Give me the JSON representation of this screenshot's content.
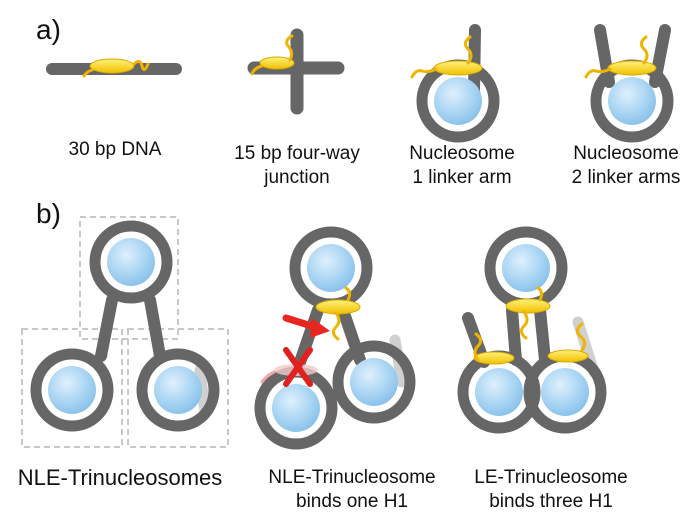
{
  "panels": [
    {
      "label": "a)",
      "items": [
        {
          "caption": [
            "30 bp DNA"
          ]
        },
        {
          "caption": [
            "15 bp four-way",
            "junction"
          ]
        },
        {
          "caption": [
            "Nucleosome",
            "1 linker arm"
          ]
        },
        {
          "caption": [
            "Nucleosome",
            "2 linker arms"
          ]
        }
      ]
    },
    {
      "label": "b)",
      "items": [
        {
          "caption": [
            "NLE-Trinucleosomes"
          ]
        },
        {
          "caption": [
            "NLE-Trinucleosome",
            "binds one H1"
          ]
        },
        {
          "caption": [
            "LE-Trinucleosome",
            "binds three H1"
          ]
        }
      ]
    }
  ],
  "colors": {
    "dna": "#666666",
    "core": "#a8d4f3",
    "h1": "#f5d000",
    "tail": "#f0b400",
    "arrow": "#e8251f",
    "cross": "#e22020",
    "box": "#c8c8c8"
  },
  "icons": {
    "arrow": "red-arrow-icon",
    "cross": "red-x-icon"
  }
}
